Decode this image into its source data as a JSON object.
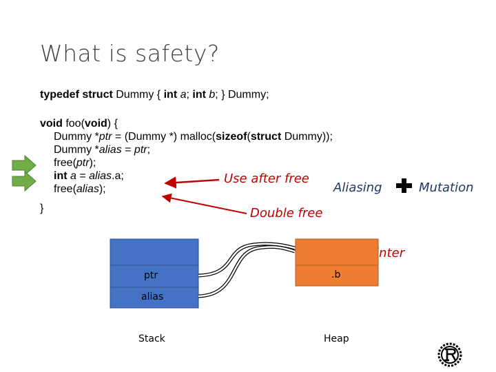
{
  "title": "What is safety?",
  "code": {
    "typedef": {
      "kw1": "typedef struct",
      "t1": " Dummy { ",
      "kw2": "int",
      "t2": " ",
      "v1": "a",
      "t3": "; ",
      "kw3": "int",
      "t4": " ",
      "v2": "b",
      "t5": "; } Dummy;"
    },
    "l1": {
      "kw1": "void",
      "t1": " foo(",
      "kw2": "void",
      "t2": ") {"
    },
    "l2": {
      "t1": "Dummy *",
      "v1": "ptr",
      "t2": " = (Dummy *) malloc(",
      "kw1": "sizeof",
      "t3": "(",
      "kw2": "struct",
      "t4": " Dummy));"
    },
    "l3": {
      "t1": "Dummy *",
      "v1": "alias",
      "t2": " = ",
      "v2": "ptr",
      "t3": ";"
    },
    "l4": {
      "t1": "free(",
      "v1": "ptr",
      "t2": ");"
    },
    "l5": {
      "kw1": "int",
      "t1": " ",
      "v1": "a",
      "t2": " = ",
      "v2": "alias",
      "t3": ".a;"
    },
    "l6": {
      "t1": "free(",
      "v1": "alias",
      "t2": ");"
    },
    "l7": {
      "t1": "}"
    }
  },
  "annotations": {
    "use_after_free": "Use after free",
    "double_free": "Double free",
    "aliasing": "Aliasing",
    "mutation": "Mutation",
    "dangling_pointer": "Dangling Pointer"
  },
  "diagram": {
    "ptr": "ptr",
    "alias": "alias",
    "stack": "Stack",
    "heap_field": ".b",
    "heap": "Heap"
  },
  "colors": {
    "title": "#404040",
    "red": "#c00000",
    "blue": "#1f3864",
    "stack_fill": "#4472c4",
    "heap_fill": "#ed7d31",
    "arrow_fill": "#70ad47",
    "plus": "#000000"
  },
  "icons": [
    "arrow-right-icon",
    "plus-icon",
    "rust-logo-icon"
  ]
}
